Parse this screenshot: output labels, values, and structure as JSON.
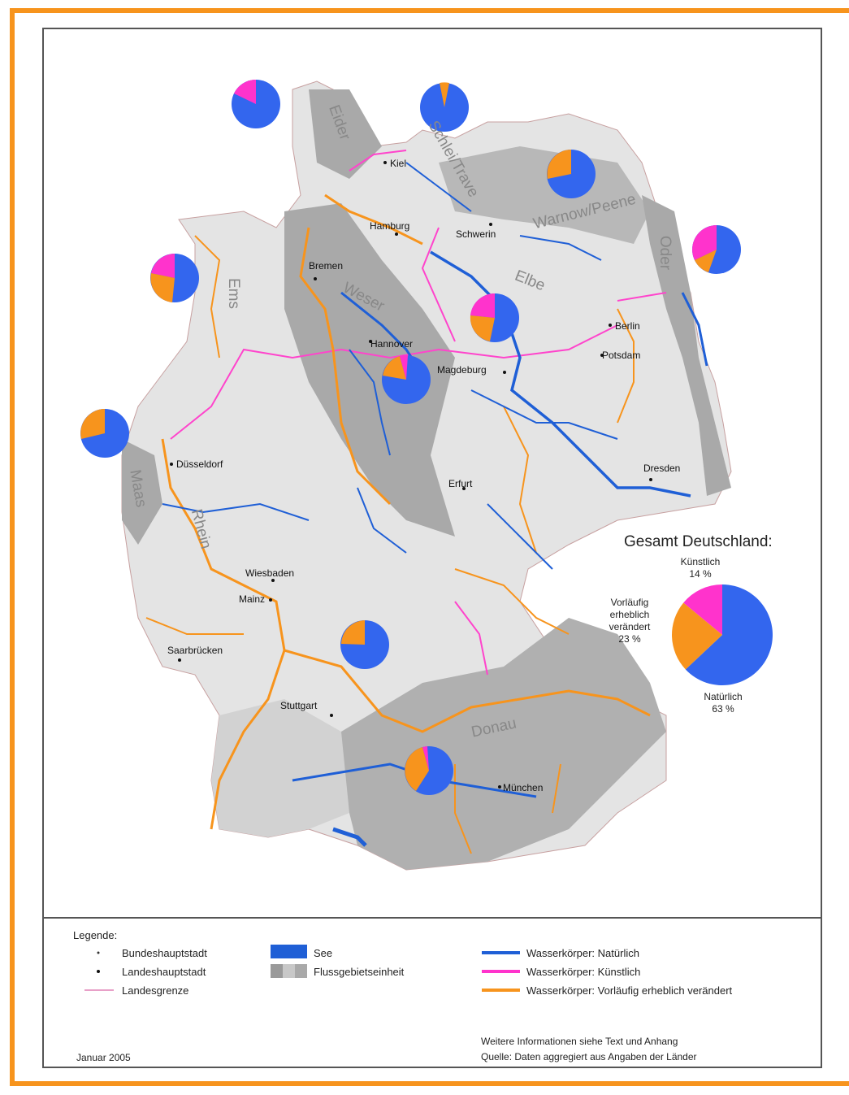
{
  "map": {
    "cities": {
      "kiel": "Kiel",
      "hamburg": "Hamburg",
      "schwerin": "Schwerin",
      "bremen": "Bremen",
      "hannover": "Hannover",
      "berlin": "Berlin",
      "potsdam": "Potsdam",
      "magdeburg": "Magdeburg",
      "duesseldorf": "Düsseldorf",
      "erfurt": "Erfurt",
      "dresden": "Dresden",
      "wiesbaden": "Wiesbaden",
      "mainz": "Mainz",
      "saarbruecken": "Saarbrücken",
      "stuttgart": "Stuttgart",
      "muenchen": "München"
    },
    "rivers": {
      "eider": "Eider",
      "schlei_trave": "Schlei/Trave",
      "warnow_peene": "Warnow/Peene",
      "oder": "Oder",
      "ems": "Ems",
      "weser": "Weser",
      "elbe": "Elbe",
      "maas": "Maas",
      "rhein": "Rhein",
      "donau": "Donau"
    },
    "colors": {
      "natural": "#3366ee",
      "artificial": "#ff33cc",
      "modified": "#f7941d",
      "frame": "#f7941d"
    }
  },
  "gesamt": {
    "title": "Gesamt Deutschland:",
    "kuenstlich_label": "Künstlich",
    "kuenstlich_value": "14 %",
    "vorlaeufig_line1": "Vorläufig",
    "vorlaeufig_line2": "erheblich",
    "vorlaeufig_line3": "verändert",
    "vorlaeufig_value": "23 %",
    "natuerlich_label": "Natürlich",
    "natuerlich_value": "63 %",
    "shares": {
      "natural": 63,
      "modified": 23,
      "artificial": 14
    }
  },
  "legend": {
    "title": "Legende:",
    "bundeshauptstadt": "Bundeshauptstadt",
    "landeshauptstadt": "Landeshauptstadt",
    "landesgrenze": "Landesgrenze",
    "see": "See",
    "flussgebietseinheit": "Flussgebietseinheit",
    "wk_natuerlich": "Wasserkörper: Natürlich",
    "wk_kuenstlich": "Wasserkörper: Künstlich",
    "wk_veraendert": "Wasserkörper: Vorläufig erheblich verändert"
  },
  "footer": {
    "date": "Januar 2005",
    "info_line1": "Weitere Informationen siehe Text und Anhang",
    "info_line2": "Quelle: Daten aggregiert aus Angaben der Länder"
  }
}
